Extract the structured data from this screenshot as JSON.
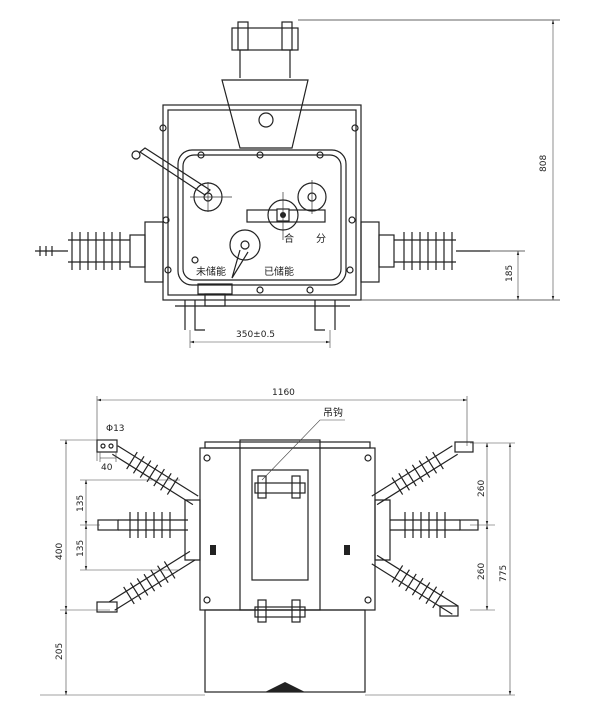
{
  "front_view": {
    "dim_height_total": "808",
    "dim_height_axis": "185",
    "dim_mount_width": "350±0.5",
    "label_close": "合",
    "label_open": "分",
    "label_uncharged": "未储能",
    "label_charged": "已储能"
  },
  "top_view": {
    "dim_total_width": "1160",
    "label_lifting_hook": "吊钩",
    "dim_hole_diameter": "Φ13",
    "dim_terminal_width": "40",
    "dim_pitch_upper": "135",
    "dim_pitch_lower": "135",
    "dim_left_span": "400",
    "dim_left_bottom": "205",
    "dim_right_upper": "260",
    "dim_right_lower": "260",
    "dim_overall_depth": "775"
  }
}
